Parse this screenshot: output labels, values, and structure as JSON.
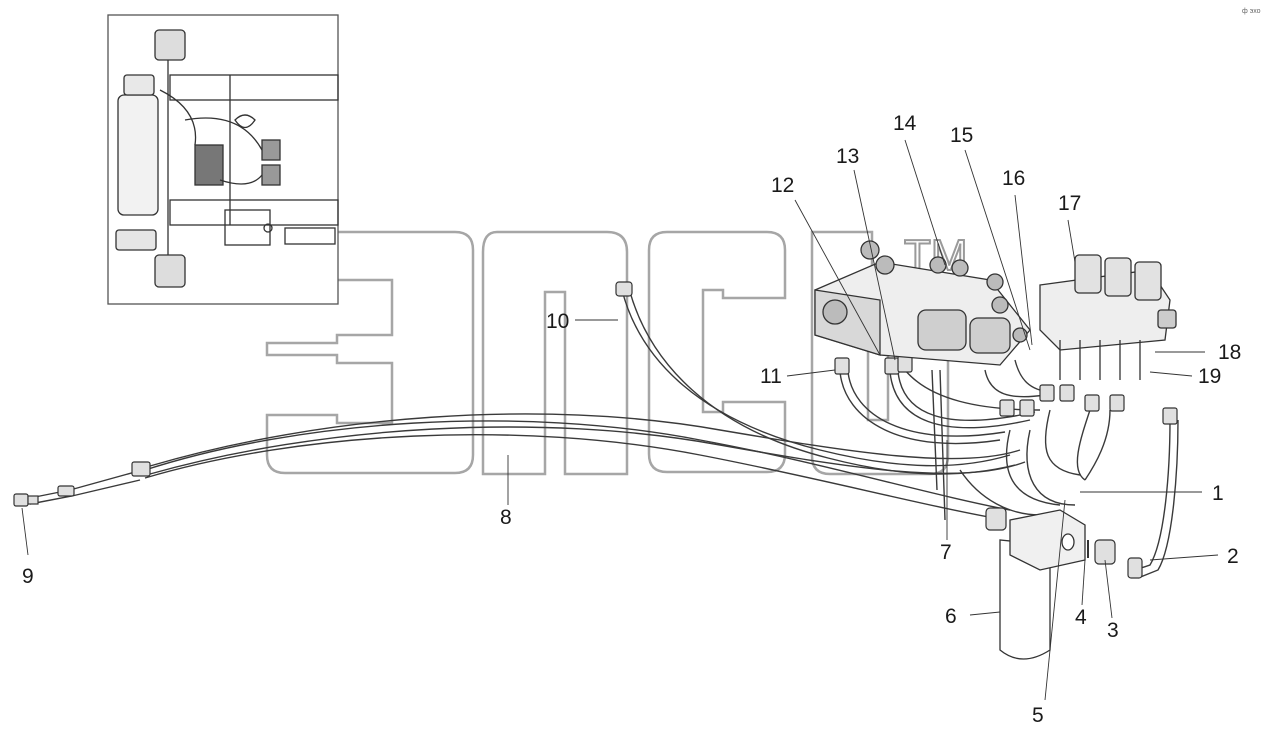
{
  "corner_mark": "ф эхо",
  "watermark": {
    "trademark": "TM"
  },
  "callouts": [
    "1",
    "2",
    "3",
    "4",
    "5",
    "6",
    "7",
    "8",
    "9",
    "10",
    "11",
    "12",
    "13",
    "14",
    "15",
    "16",
    "17",
    "18",
    "19"
  ]
}
